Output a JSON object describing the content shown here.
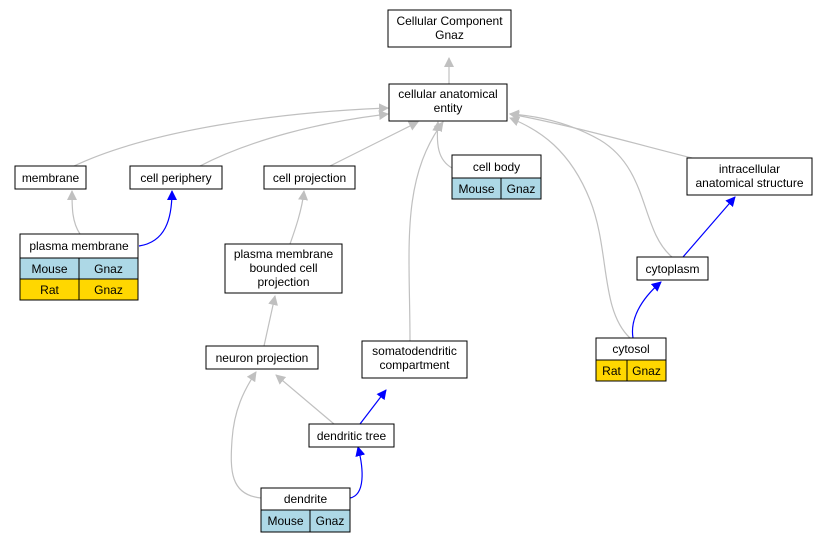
{
  "colors": {
    "mouse": "#add8e6",
    "rat": "#ffd700",
    "edge_is_a": "#c0c0c0",
    "edge_part_of": "#0000ff"
  },
  "nodes": {
    "root": {
      "lines": [
        "Cellular Component",
        "Gnaz"
      ]
    },
    "cae": {
      "lines": [
        "cellular anatomical",
        "entity"
      ]
    },
    "membrane": {
      "lines": [
        "membrane"
      ]
    },
    "cellper": {
      "lines": [
        "cell periphery"
      ]
    },
    "cellproj": {
      "lines": [
        "cell projection"
      ]
    },
    "cellbody": {
      "lines": [
        "cell body"
      ],
      "rows": [
        [
          "Mouse",
          "Gnaz"
        ]
      ]
    },
    "ias": {
      "lines": [
        "intracellular",
        "anatomical structure"
      ]
    },
    "pm": {
      "lines": [
        "plasma membrane"
      ],
      "rows": [
        [
          "Mouse",
          "Gnaz"
        ],
        [
          "Rat",
          "Gnaz"
        ]
      ]
    },
    "pmbcp": {
      "lines": [
        "plasma membrane",
        "bounded cell",
        "projection"
      ]
    },
    "cytoplasm": {
      "lines": [
        "cytoplasm"
      ]
    },
    "cytosol": {
      "lines": [
        "cytosol"
      ],
      "rows": [
        [
          "Rat",
          "Gnaz"
        ]
      ]
    },
    "neuronproj": {
      "lines": [
        "neuron projection"
      ]
    },
    "somato": {
      "lines": [
        "somatodendritic",
        "compartment"
      ]
    },
    "dtree": {
      "lines": [
        "dendritic tree"
      ]
    },
    "dendrite": {
      "lines": [
        "dendrite"
      ],
      "rows": [
        [
          "Mouse",
          "Gnaz"
        ]
      ]
    }
  }
}
